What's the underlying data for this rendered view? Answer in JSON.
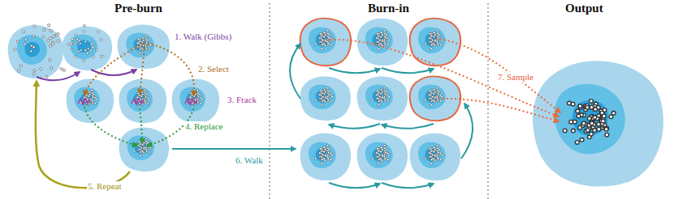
{
  "diagram": {
    "labels": [
      "Pre-burn",
      "Burn-in",
      "Output",
      "1. Walk (Gibbs)",
      "2. Select",
      "3. Frack",
      "4. Replace",
      "5. Repeat",
      "6. Walk",
      "7. Sample"
    ]
  }
}
